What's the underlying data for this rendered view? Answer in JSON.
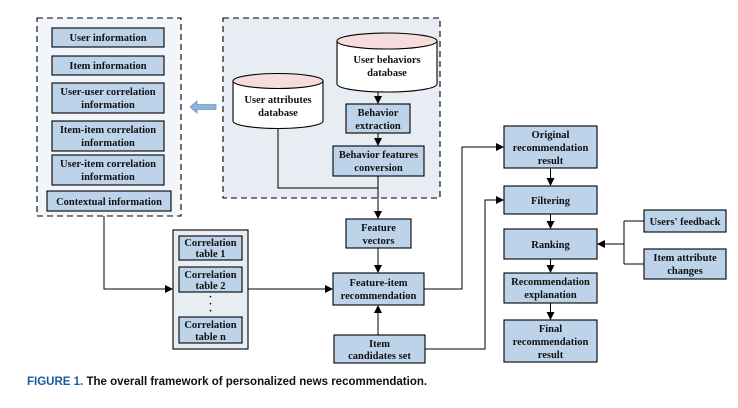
{
  "colors": {
    "box_fill": "#bdd3ea",
    "panel_left": "#f2f6fb",
    "panel_right": "#e8edf4",
    "db_top": "#f6dcdc",
    "caption_accent": "#1e5aa0"
  },
  "left_panel": {
    "user_information": "User information",
    "item_information": "Item information",
    "user_user_1": "User-user correlation",
    "user_user_2": "information",
    "item_item_1": "Item-item correlation",
    "item_item_2": "information",
    "user_item_1": "User-item correlation",
    "user_item_2": "information",
    "contextual": "Contextual information"
  },
  "databases": {
    "behaviors_1": "User behaviors",
    "behaviors_2": "database",
    "attributes_1": "User attributes",
    "attributes_2": "database"
  },
  "process": {
    "behavior_extraction_1": "Behavior",
    "behavior_extraction_2": "extraction",
    "features_conversion_1": "Behavior features",
    "features_conversion_2": "conversion",
    "feature_vectors_1": "Feature",
    "feature_vectors_2": "vectors",
    "feature_item_1": "Feature-item",
    "feature_item_2": "recommendation",
    "candidates_1": "Item",
    "candidates_2": "candidates set"
  },
  "correlation_tables": {
    "table1_1": "Correlation",
    "table1_2": "table 1",
    "table2_1": "Correlation",
    "table2_2": "table 2",
    "tablen_1": "Correlation",
    "tablen_2": "table n",
    "ellipsis": "·"
  },
  "pipeline": {
    "original_1": "Original",
    "original_2": "recommendation",
    "original_3": "result",
    "filtering": "Filtering",
    "ranking": "Ranking",
    "explanation_1": "Recommendation",
    "explanation_2": "explanation",
    "final_1": "Final",
    "final_2": "recommendation",
    "final_3": "result"
  },
  "feedback": {
    "users_feedback": "Users' feedback",
    "item_attr_1": "Item attribute",
    "item_attr_2": "changes"
  },
  "caption": {
    "figure_label": "FIGURE 1.",
    "text": "The overall framework of personalized news recommendation."
  }
}
